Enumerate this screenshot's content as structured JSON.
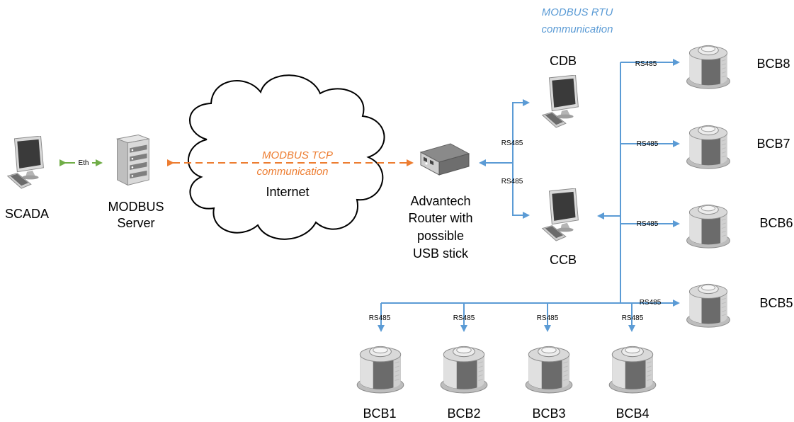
{
  "diagram": {
    "scada_label": "SCADA",
    "server_label_line1": "MODBUS",
    "server_label_line2": "Server",
    "eth_label": "Eth",
    "tcp_line1": "MODBUS TCP",
    "tcp_line2": "communication",
    "internet_label": "Internet",
    "router_line1": "Advantech",
    "router_line2": "Router with",
    "router_line3": "possible",
    "router_line4": "USB stick",
    "rtu_line1": "MODBUS RTU",
    "rtu_line2": "communication",
    "cdb_label": "CDB",
    "ccb_label": "CCB",
    "rs485_label": "RS485",
    "bcb": [
      "BCB1",
      "BCB2",
      "BCB3",
      "BCB4",
      "BCB5",
      "BCB6",
      "BCB7",
      "BCB8"
    ],
    "colors": {
      "tcp": "#ED7D31",
      "rtu": "#5B9BD5",
      "eth": "#70AD47"
    }
  }
}
